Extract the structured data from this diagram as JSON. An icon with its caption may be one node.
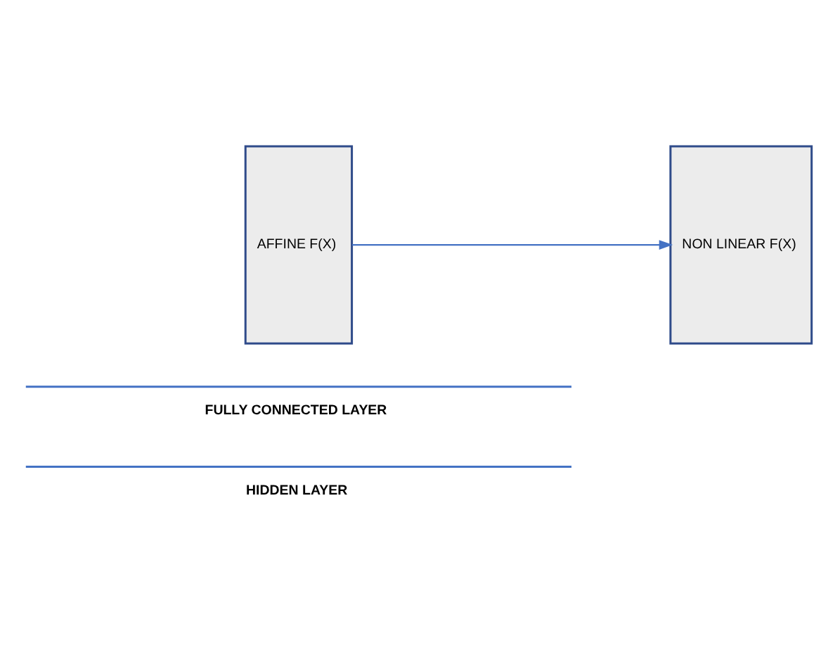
{
  "diagram": {
    "nodes": [
      {
        "text": [
          "AFFINE F(X)"
        ]
      },
      {
        "text": [
          "NON LINEAR F(X)"
        ]
      }
    ],
    "edges": [
      {
        "from": 0,
        "to": 1,
        "arrow": "to"
      }
    ],
    "labels": [
      "FULLY CONNECTED LAYER",
      "HIDDEN LAYER"
    ]
  }
}
